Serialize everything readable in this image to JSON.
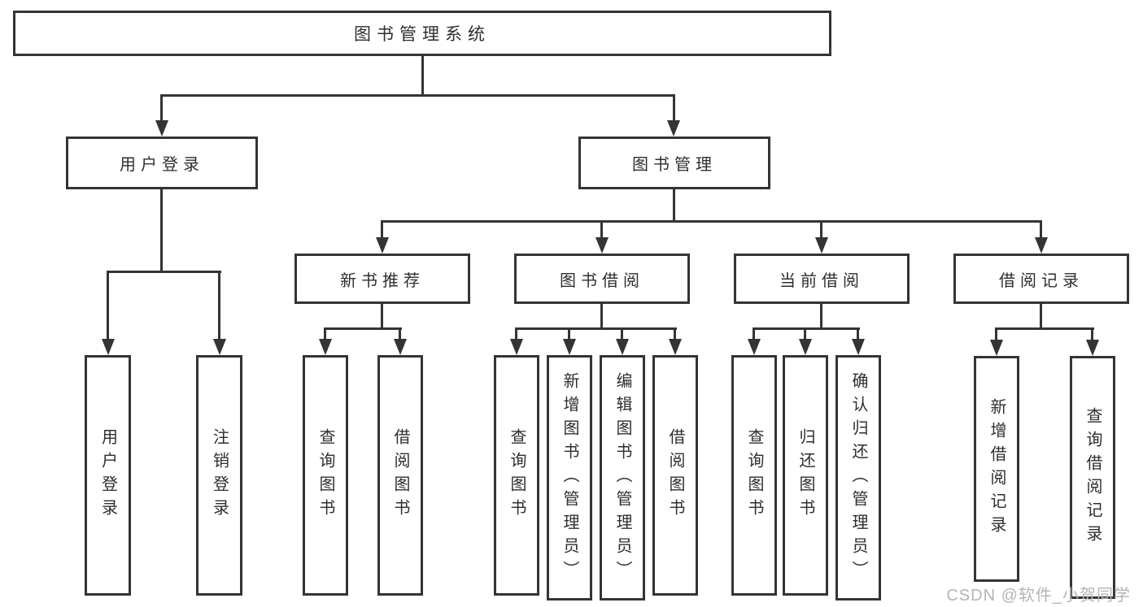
{
  "diagram": {
    "root": {
      "label": "图书管理系统"
    },
    "level2": {
      "user_login": "用户登录",
      "book_management": "图书管理"
    },
    "level3": {
      "new_book_recommend": "新书推荐",
      "book_borrowing": "图书借阅",
      "current_borrowing": "当前借阅",
      "borrowing_records": "借阅记录"
    },
    "leaves": {
      "user_login": "用户登录",
      "logout": "注销登录",
      "recommend_query_books": "查询图书",
      "recommend_borrow_books": "借阅图书",
      "borrowing_query_books": "查询图书",
      "borrowing_add_books_admin": "新增图书（管理员）",
      "borrowing_edit_books_admin": "编辑图书（管理员）",
      "borrowing_borrow_books": "借阅图书",
      "current_query_books": "查询图书",
      "current_return_books": "归还图书",
      "current_confirm_return_admin": "确认归还（管理员）",
      "records_add_record": "新增借阅记录",
      "records_query_record": "查询借阅记录"
    },
    "watermark": "CSDN @软件_小贺同学",
    "colors": {
      "line": "#343434",
      "text": "#2e2e2e",
      "background": "#ffffff",
      "watermark": "#b5b5b5"
    }
  }
}
